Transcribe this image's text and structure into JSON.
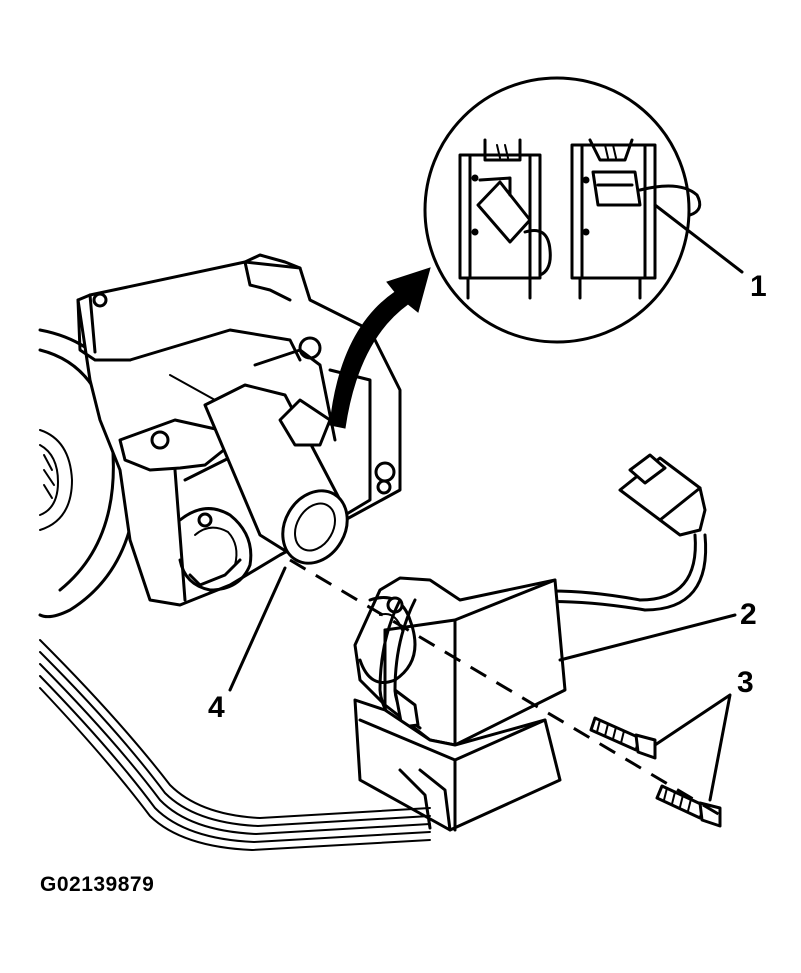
{
  "callouts": {
    "label_1": "1",
    "label_2": "2",
    "label_3": "3",
    "label_4": "4"
  },
  "figure_id": "G02139879",
  "colors": {
    "ink": "#000000",
    "background": "#ffffff"
  }
}
